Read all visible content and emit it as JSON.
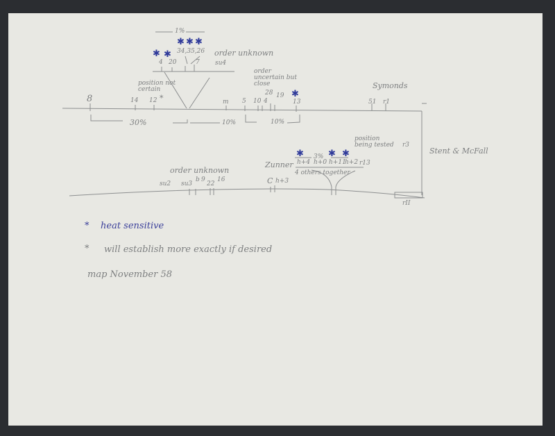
{
  "upper_map": {
    "inset_distance": "1%",
    "inset_loci": [
      "4",
      "20",
      "34,35,26",
      "7",
      "su4"
    ],
    "inset_note": "order unknown",
    "loci": [
      "8",
      "14",
      "12",
      "m",
      "5",
      "10",
      "4",
      "28",
      "19",
      "13",
      "51",
      "r1"
    ],
    "position_note": "position not certain",
    "order_note": "order uncertain but close",
    "symonds_label": "Symonds",
    "distances": [
      "30%",
      "10%",
      "10%"
    ]
  },
  "lower_map": {
    "inset_distance": "3%",
    "inset_loci": [
      "h+4",
      "h+0",
      "h+11",
      "h+2",
      "r13"
    ],
    "position_note": "position being tested",
    "zunner_label": "Zunner",
    "inset_note": "4 others together",
    "order_note": "order unknown",
    "loci": [
      "su2",
      "su3",
      "b",
      "9",
      "22",
      "16",
      "C",
      "h+3"
    ],
    "r3_label": "r3",
    "rII_label": "rII"
  },
  "stent_label": "Stent & McFall",
  "legend": {
    "heat_sensitive": "heat sensitive",
    "establish_note": "will establish more exactly if desired",
    "map_date": "map November 58",
    "blue_star_symbol": "*",
    "pencil_star_symbol": "*"
  },
  "colors": {
    "paper": "#e8e8e3",
    "pencil": "#7d7f80",
    "ink": "#2f3a9a"
  }
}
